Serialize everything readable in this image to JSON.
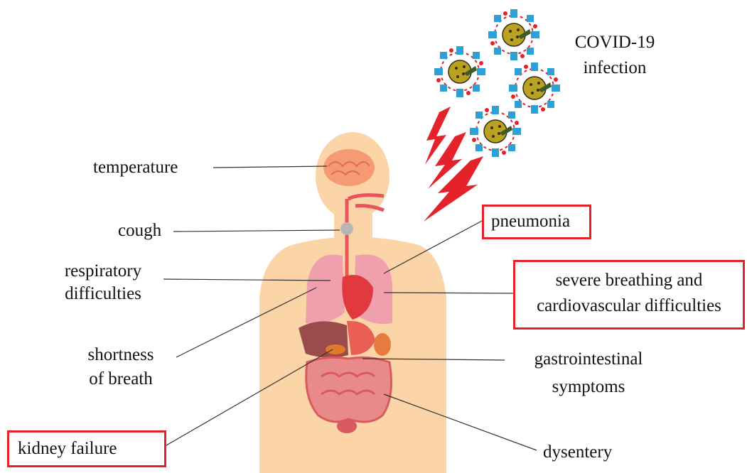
{
  "diagram": {
    "infection_label_line1": "COVID-19",
    "infection_label_line2": "infection",
    "labels": {
      "temperature": "temperature",
      "cough": "cough",
      "respiratory_line1": "respiratory",
      "respiratory_line2": "difficulties",
      "shortness_line1": "shortness",
      "shortness_line2": "of breath",
      "gastro_line1": "gastrointestinal",
      "gastro_line2": "symptoms",
      "dysentery": "dysentery"
    },
    "severe_labels": {
      "pneumonia": "pneumonia",
      "severe_line1": "severe breathing and",
      "severe_line2": "cardiovascular difficulties",
      "kidney": "kidney failure"
    },
    "colors": {
      "skin": "#fbd4a8",
      "organ": "#e9545a",
      "lung": "#f0a0ad",
      "highlight_box": "#e3222b",
      "virus_spike": "#2ea0d8",
      "virus_core": "#b9a220"
    }
  }
}
